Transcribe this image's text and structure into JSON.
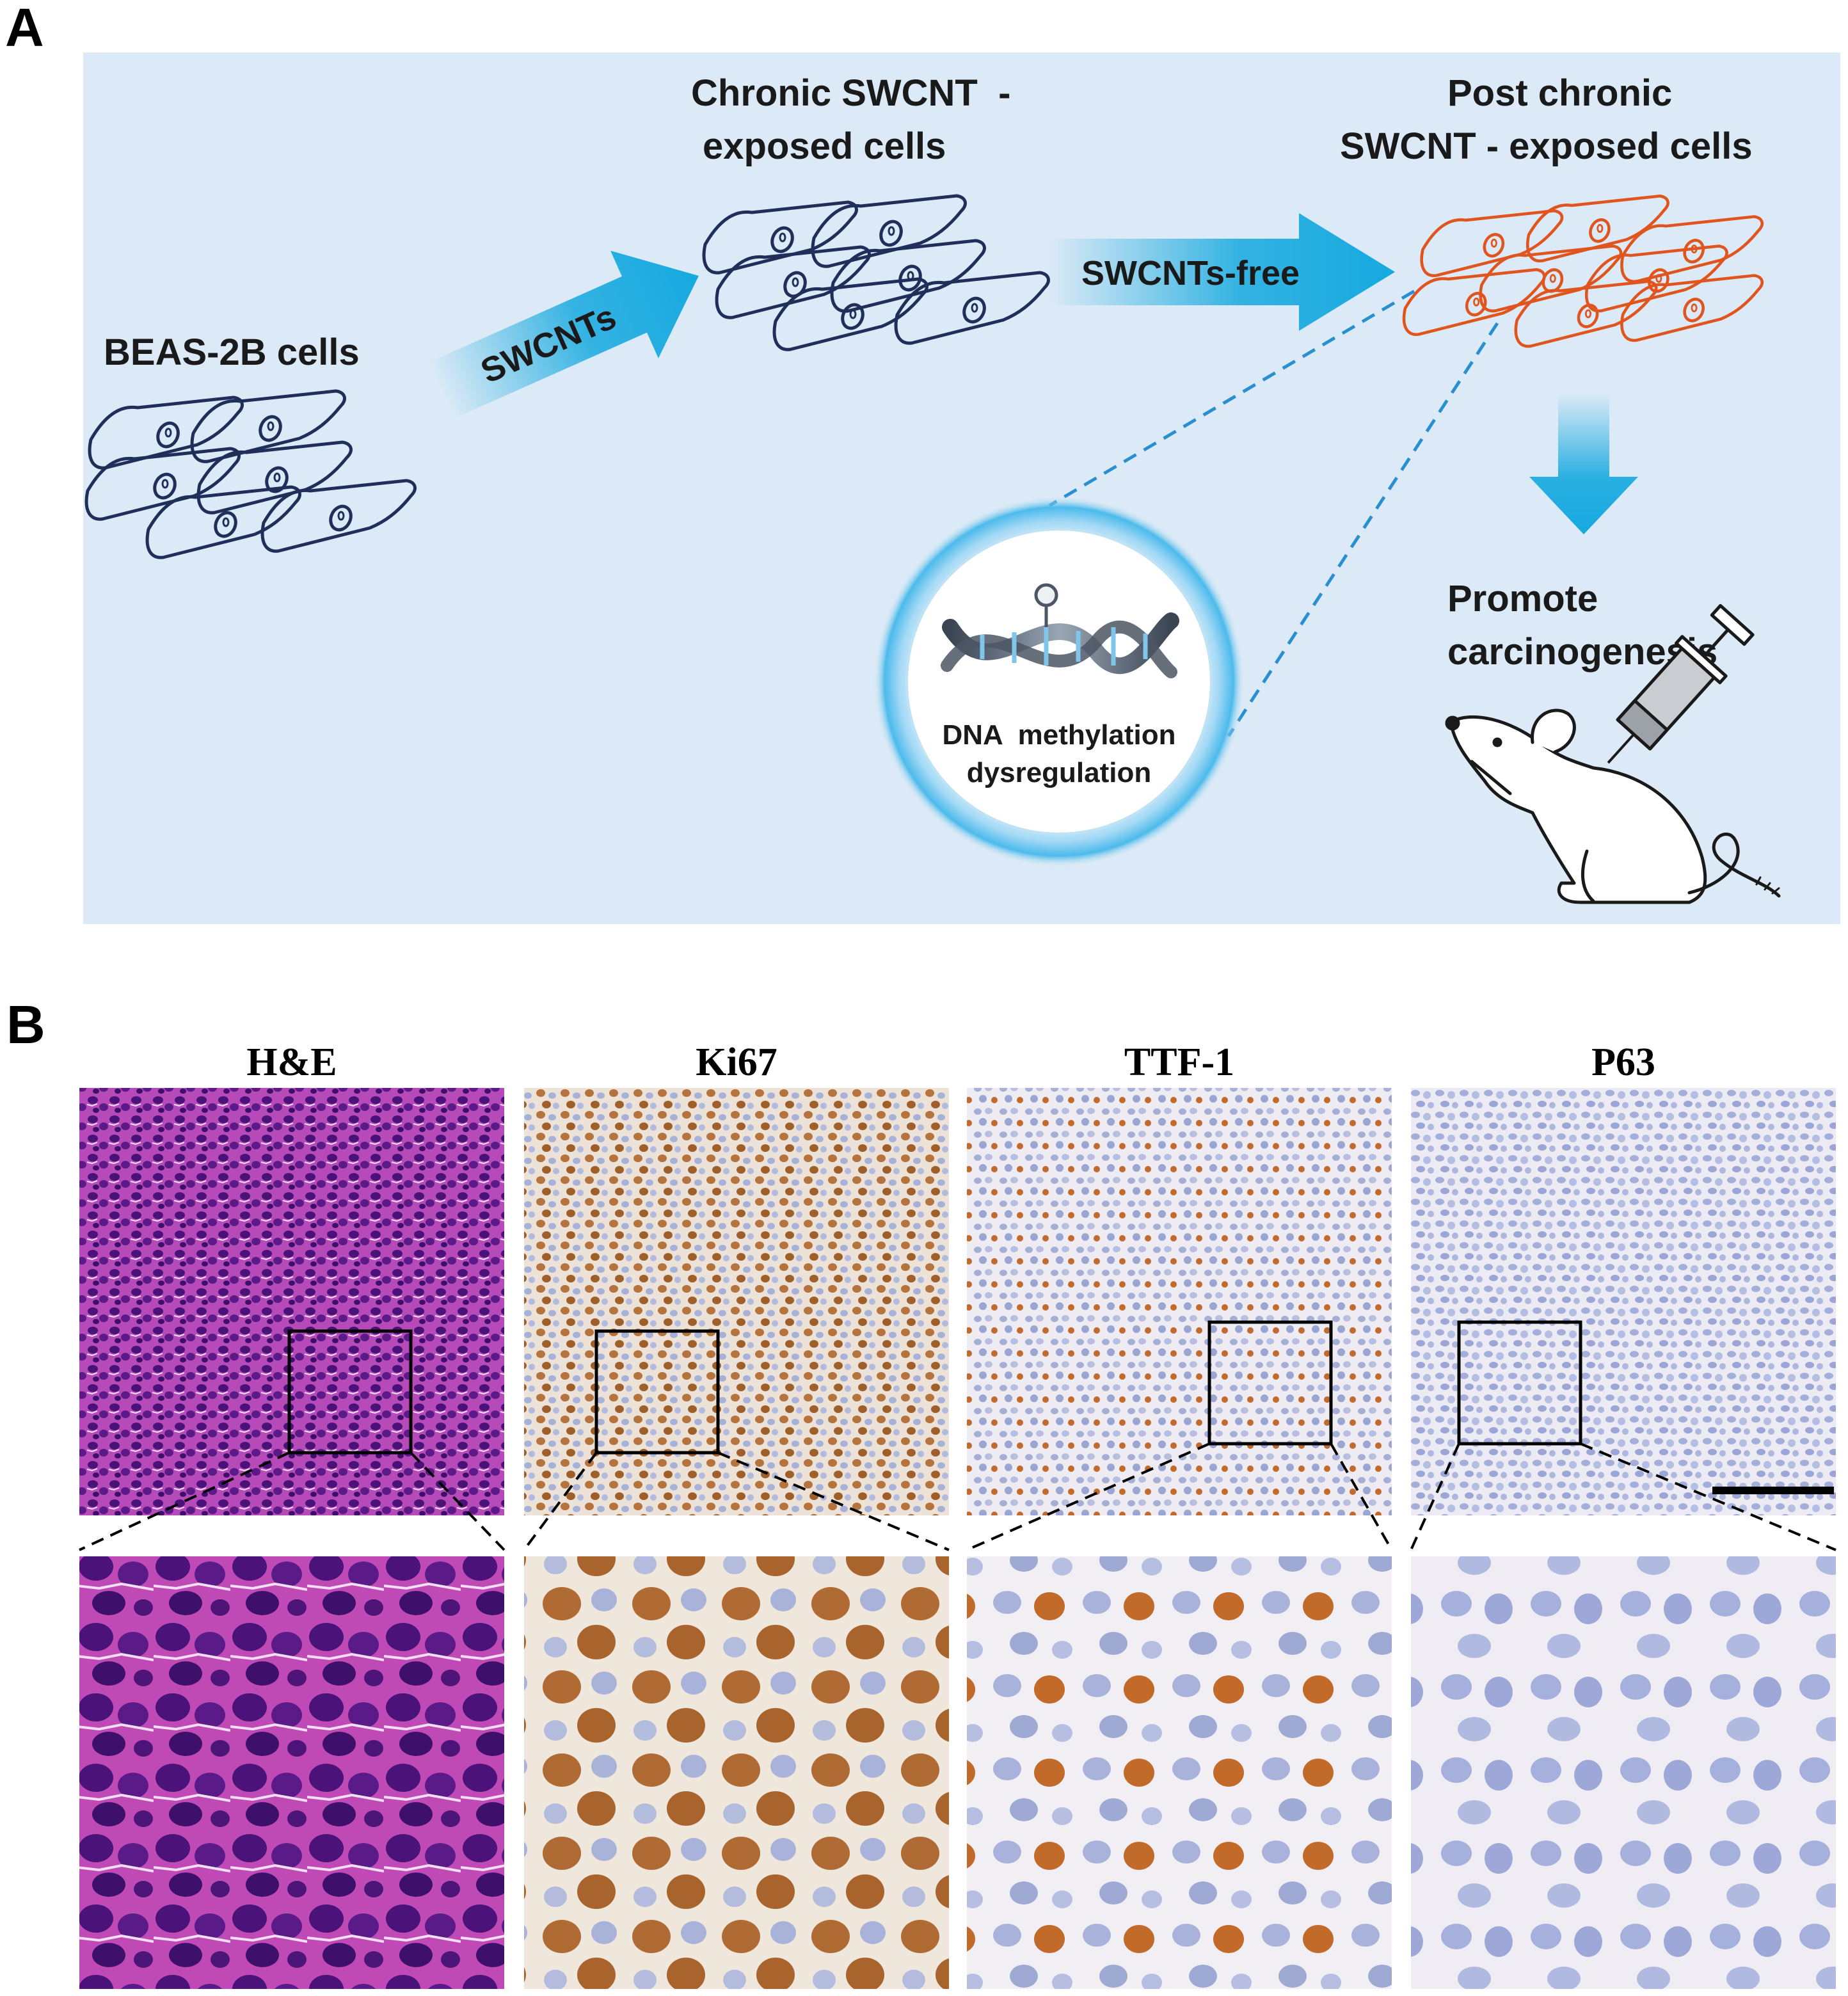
{
  "panel_a": {
    "letter": "A",
    "labels": {
      "beas": "BEAS-2B cells",
      "chronic_1": "Chronic SWCNT  -",
      "chronic_2": "exposed cells",
      "post_1": "Post chronic",
      "post_2": "SWCNT - exposed cells",
      "arrow_swcnts": "SWCNTs",
      "arrow_free": "SWCNTs-free",
      "dna_1": "DNA  methylation",
      "dna_2": "dysregulation",
      "promote_1": "Promote",
      "promote_2": "carcinogenesis"
    },
    "colors": {
      "background": "#dbeaf6",
      "normal_cell": "#1f2f5a",
      "altered_cell": "#e0541e",
      "arrow": "#16a9df",
      "dashed_line": "#2a8fd0"
    }
  },
  "panel_b": {
    "letter": "B",
    "stains": [
      {
        "name": "H&E",
        "style": "he"
      },
      {
        "name": "Ki67",
        "style": "ki67"
      },
      {
        "name": "TTF-1",
        "style": "ttf1"
      },
      {
        "name": "P63",
        "style": "p63"
      }
    ]
  }
}
